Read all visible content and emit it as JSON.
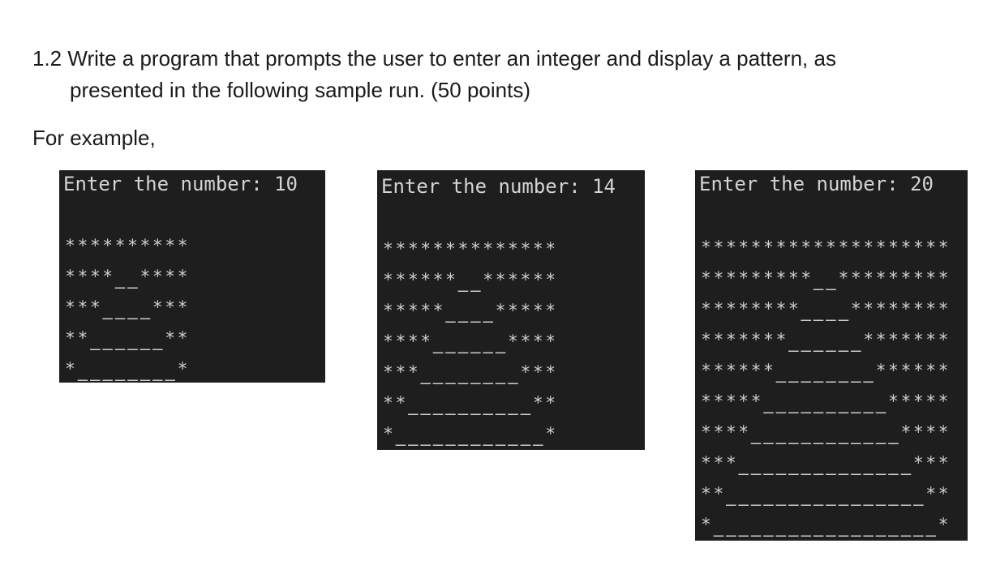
{
  "question": {
    "line1": "1.2 Write a program that prompts the user to enter an integer and display a pattern, as",
    "line2": "presented in the following sample run. (50 points)"
  },
  "example_label": "For example,",
  "consoles": [
    {
      "prompt": "Enter the number: 10",
      "rows": [
        "**********",
        "****__****",
        "***____***",
        "**______**",
        "*________*"
      ]
    },
    {
      "prompt": "Enter the number: 14",
      "rows": [
        "**************",
        "******__******",
        "*****____*****",
        "****______****",
        "***________***",
        "**__________**",
        "*____________*"
      ]
    },
    {
      "prompt": "Enter the number: 20",
      "rows": [
        "********************",
        "*********__*********",
        "********____********",
        "*******______*******",
        "******________******",
        "*****__________*****",
        "****____________****",
        "***______________***",
        "**________________**",
        "*__________________*"
      ]
    }
  ]
}
